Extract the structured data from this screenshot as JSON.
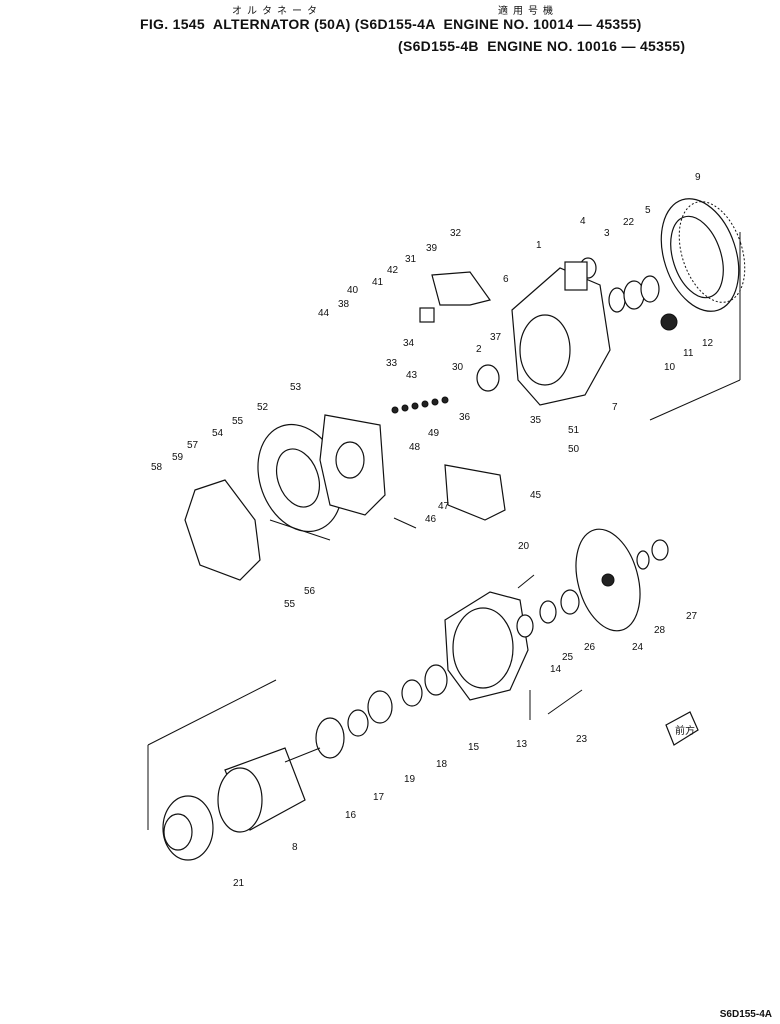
{
  "header": {
    "jp_name": "オルタネータ",
    "jp_applicable": "適用号機",
    "title_line1": "FIG. 1545  ALTERNATOR (50A) (S6D155-4A  ENGINE NO. 10014 — 45355)",
    "title_line2": "(S6D155-4B  ENGINE NO. 10016 — 45355)"
  },
  "labels": [
    "1",
    "2",
    "3",
    "4",
    "5",
    "6",
    "7",
    "8",
    "9",
    "10",
    "11",
    "12",
    "13",
    "14",
    "15",
    "16",
    "17",
    "18",
    "19",
    "20",
    "21",
    "22",
    "23",
    "24",
    "25",
    "26",
    "27",
    "28",
    "30",
    "31",
    "32",
    "33",
    "34",
    "35",
    "36",
    "37",
    "38",
    "39",
    "40",
    "41",
    "42",
    "43",
    "44",
    "45",
    "46",
    "47",
    "48",
    "49",
    "50",
    "51",
    "52",
    "53",
    "54",
    "55",
    "55",
    "56",
    "57",
    "58",
    "59"
  ],
  "direction_mark": "前方",
  "footer_code": "S6D155-4A"
}
